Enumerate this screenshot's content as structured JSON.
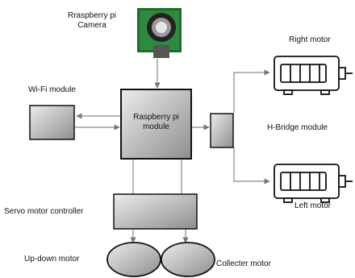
{
  "labels": {
    "camera_line1": "Rraspberry pi",
    "camera_line2": "Camera",
    "wifi": "Wi-Fi module",
    "rpi_line1": "Raspberry pi",
    "rpi_line2": "module",
    "hbridge": "H-Bridge module",
    "right_motor": "Right motor",
    "left_motor": "Left motor",
    "servo": "Servo motor controller",
    "updown": "Up-down motor",
    "collecter": "Collecter motor"
  },
  "colors": {
    "block_fill": "#b8b8b8",
    "block_stroke": "#111111",
    "line": "#8a8a8a"
  }
}
